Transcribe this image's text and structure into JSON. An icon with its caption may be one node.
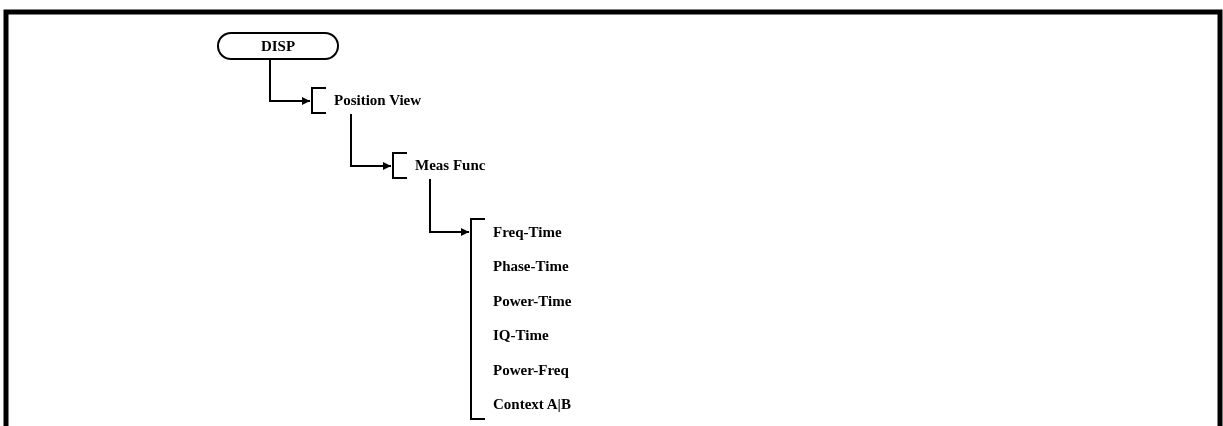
{
  "diagram": {
    "nodes": [
      {
        "text": [
          "DISP"
        ]
      },
      {
        "text": [
          "Position View"
        ]
      },
      {
        "text": [
          "Meas Func"
        ]
      },
      {
        "text": [
          "Freq-Time",
          "Phase-Time",
          "Power-Time",
          "IQ-Time",
          "Power-Freq",
          "Context A|B"
        ]
      }
    ],
    "edges": [
      {
        "from": 0,
        "to": 1,
        "arrow": "to"
      },
      {
        "from": 1,
        "to": 2,
        "arrow": "to"
      },
      {
        "from": 2,
        "to": 3,
        "arrow": "to"
      }
    ]
  }
}
